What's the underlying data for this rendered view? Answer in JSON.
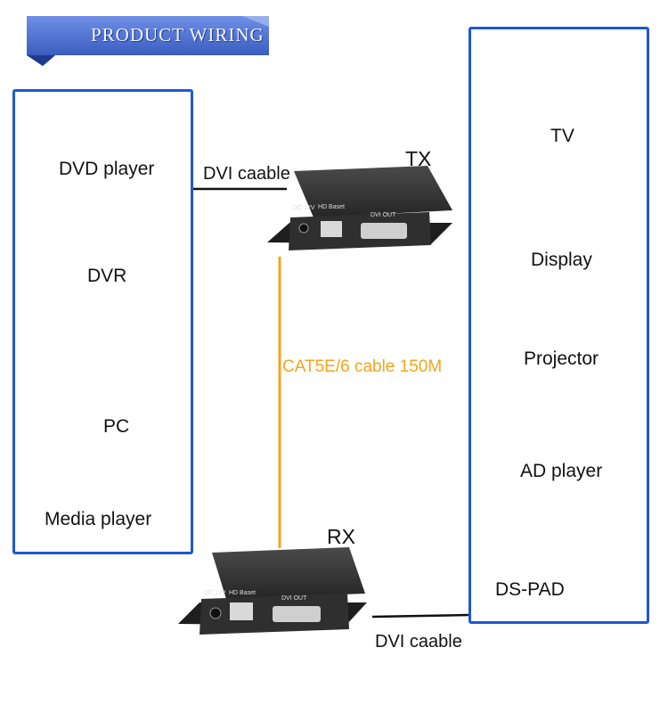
{
  "banner": {
    "title": "PRODUCT WIRING"
  },
  "sources": {
    "items": [
      {
        "label": "DVD player",
        "icon": "dvd-player-icon"
      },
      {
        "label": "DVR",
        "icon": "dvr-icon"
      },
      {
        "label": "PC",
        "icon": "laptop-icon"
      },
      {
        "label": "Media  player",
        "icon": "media-player-icon"
      }
    ]
  },
  "displays": {
    "items": [
      {
        "label": "TV",
        "icon": "tv-icon"
      },
      {
        "label": "Display",
        "icon": "monitor-icon"
      },
      {
        "label": "Projector",
        "icon": "projector-icon"
      },
      {
        "label": "AD player",
        "icon": "tablet-icon"
      },
      {
        "label": "DS-PAD",
        "icon": "kiosk-icon"
      }
    ]
  },
  "devices": {
    "tx": {
      "label": "TX",
      "port_power": "DC 12V",
      "port_hdbaset": "HD Baset",
      "port_dvi": "DVI OUT"
    },
    "rx": {
      "label": "RX",
      "port_power": "DC 12V",
      "port_hdbaset": "HD Baset",
      "port_dvi": "DVI OUT"
    }
  },
  "cables": {
    "input": "DVI caable",
    "link": "CAT5E/6 cable 150M",
    "output": "DVI caable"
  },
  "colors": {
    "panel_border": "#1f57d6",
    "banner": "#3f63c7",
    "link_cable": "#f2a41c",
    "device_body": "#2b2b2b"
  }
}
